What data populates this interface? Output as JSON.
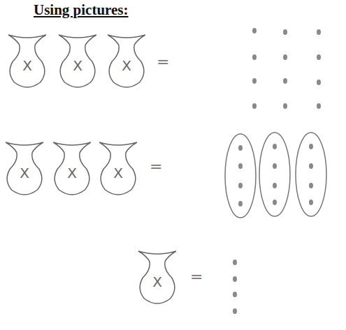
{
  "diagram": {
    "title": "Using pictures:",
    "nodes": [
      {
        "text": [
          "X"
        ]
      },
      {
        "text": [
          "X"
        ]
      },
      {
        "text": [
          "X"
        ]
      },
      {
        "text": [
          "X"
        ]
      },
      {
        "text": [
          "X"
        ]
      },
      {
        "text": [
          "X"
        ]
      },
      {
        "text": [
          "X"
        ]
      }
    ],
    "labels": [
      "=",
      "=",
      "="
    ]
  }
}
